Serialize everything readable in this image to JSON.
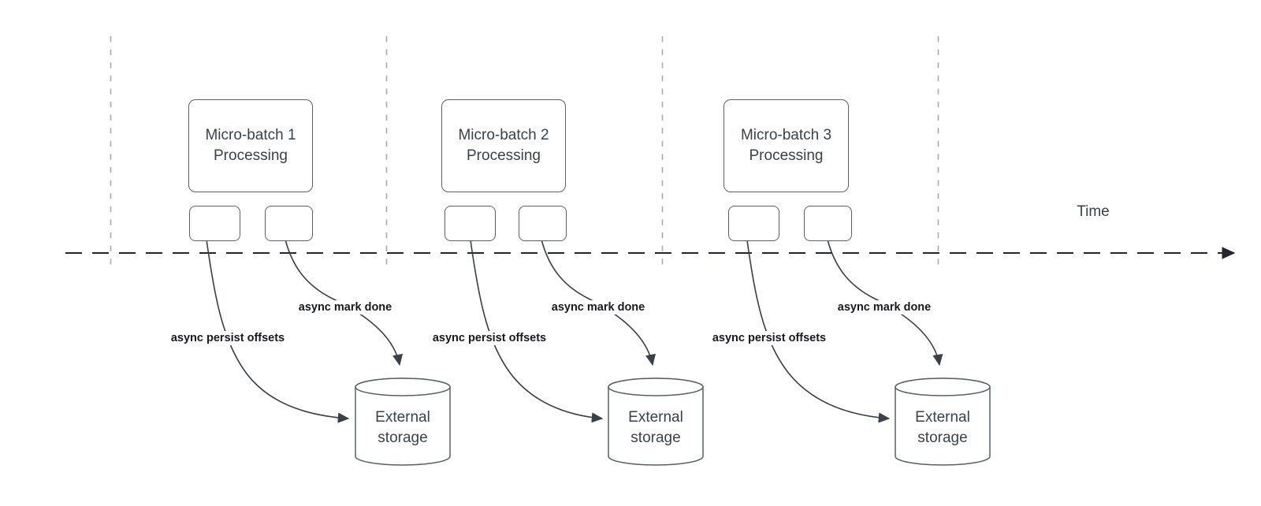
{
  "diagram": {
    "timeline": {
      "label": "Time"
    },
    "batches": [
      {
        "title": "Micro-batch 1",
        "subtitle": "Processing",
        "persist_label": "async persist offsets",
        "done_label": "async mark done",
        "storage": {
          "line1": "External",
          "line2": "storage"
        }
      },
      {
        "title": "Micro-batch 2",
        "subtitle": "Processing",
        "persist_label": "async persist offsets",
        "done_label": "async mark done",
        "storage": {
          "line1": "External",
          "line2": "storage"
        }
      },
      {
        "title": "Micro-batch 3",
        "subtitle": "Processing",
        "persist_label": "async persist offsets",
        "done_label": "async mark done",
        "storage": {
          "line1": "External",
          "line2": "storage"
        }
      }
    ],
    "colors": {
      "background": "#ffffff",
      "node_border": "#596066",
      "node_text": "#3a4149",
      "arrow": "#3b4046",
      "label_text": "#17191d",
      "timeline": "#23272c",
      "gridline": "#a6aaae"
    }
  }
}
